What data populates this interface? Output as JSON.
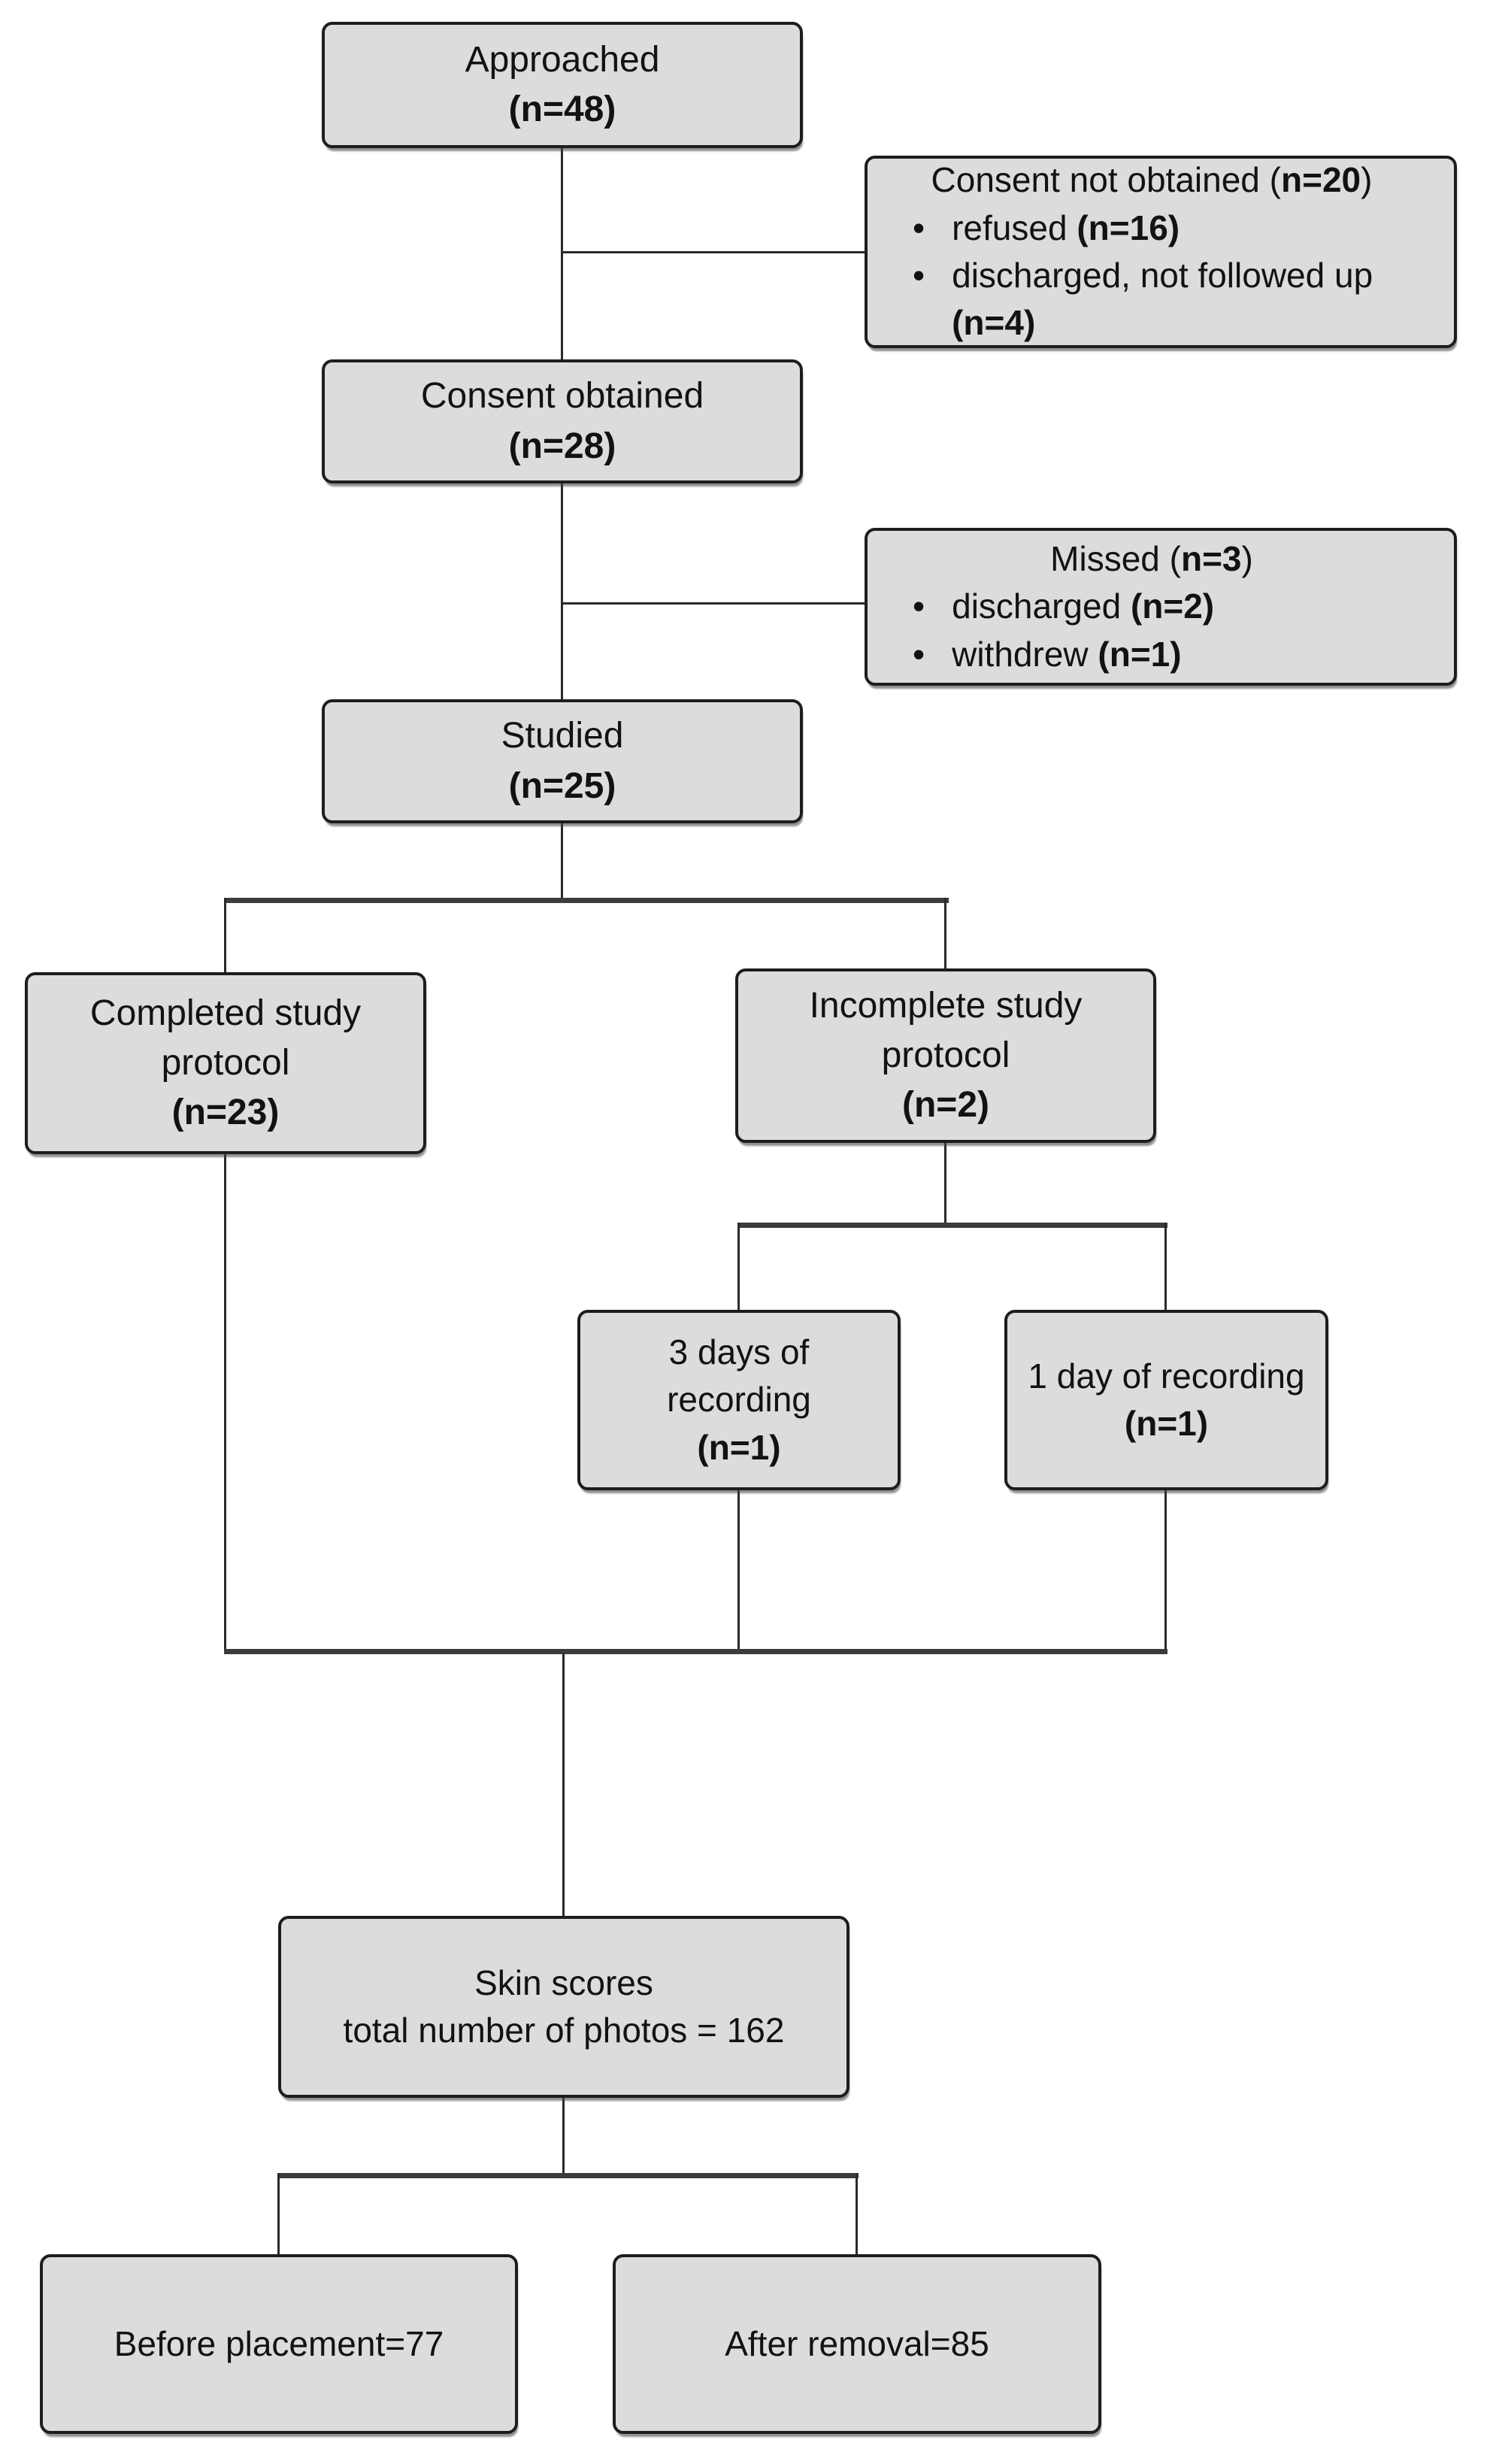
{
  "diagram": {
    "boxes": {
      "approached": {
        "title": "Approached",
        "count": "(n=48)"
      },
      "consent_not_obtained": {
        "title_pre": "Consent not obtained (",
        "title_n": "n=20",
        "title_post": ")",
        "bullets": [
          {
            "text": "refused ",
            "count": "(n=16)"
          },
          {
            "text": "discharged, not followed up ",
            "count": "(n=4)"
          }
        ]
      },
      "consent_obtained": {
        "title": "Consent obtained",
        "count": "(n=28)"
      },
      "missed": {
        "title_pre": "Missed (",
        "title_n": "n=3",
        "title_post": ")",
        "bullets": [
          {
            "text": "discharged ",
            "count": "(n=2)"
          },
          {
            "text": "withdrew ",
            "count": "(n=1)"
          }
        ]
      },
      "studied": {
        "title": "Studied",
        "count": "(n=25)"
      },
      "completed_protocol": {
        "title": "Completed study protocol",
        "count": "(n=23)"
      },
      "incomplete_protocol": {
        "title": "Incomplete study protocol",
        "count": "(n=2)"
      },
      "three_days": {
        "title": "3 days of recording",
        "count": "(n=1)"
      },
      "one_day": {
        "title": "1 day of recording",
        "count": "(n=1)"
      },
      "skin_scores": {
        "line1": "Skin scores",
        "line2": "total number of photos = 162"
      },
      "before_placement": {
        "title": "Before placement=77"
      },
      "after_removal": {
        "title": "After removal=85"
      }
    },
    "style": {
      "bullet_glyph": "•",
      "box_fill": "#dcdcdc",
      "box_border": "#1d1d1d",
      "connector_color": "#2a2a2a",
      "text_color": "#121212"
    }
  }
}
